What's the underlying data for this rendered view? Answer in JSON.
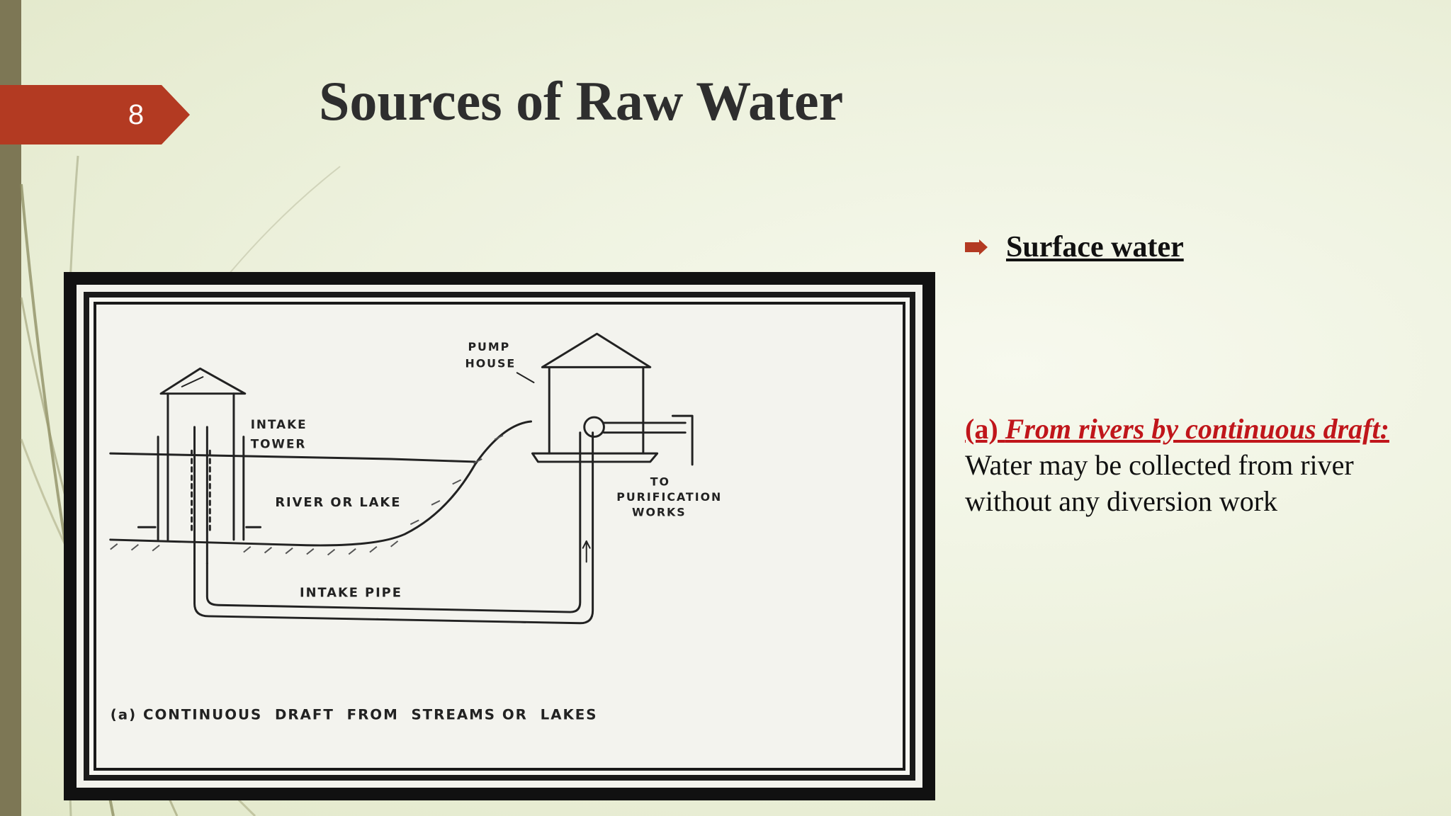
{
  "slide": {
    "number": "8",
    "title": "Sources of Raw Water"
  },
  "figure": {
    "labels": {
      "pump_house_line1": "PUMP",
      "pump_house_line2": "HOUSE",
      "intake_tower_line1": "INTAKE",
      "intake_tower_line2": "TOWER",
      "river_or_lake": "RIVER OR LAKE",
      "to_purification_line1": "TO",
      "to_purification_line2": "PURIFICATION",
      "to_purification_line3": "WORKS",
      "intake_pipe": "INTAKE PIPE",
      "caption": "(a) CONTINUOUS  DRAFT  FROM  STREAMS OR  LAKES"
    }
  },
  "content": {
    "bullet": "Surface water",
    "para_prefix": "(a) ",
    "para_heading": "From rivers by continuous draft:",
    "para_space": " ",
    "para_body": "Water may be collected from river without any diversion work"
  },
  "colors": {
    "accent_red": "#b33a22",
    "text_red": "#c0161b",
    "left_bar": "#7d7755"
  }
}
